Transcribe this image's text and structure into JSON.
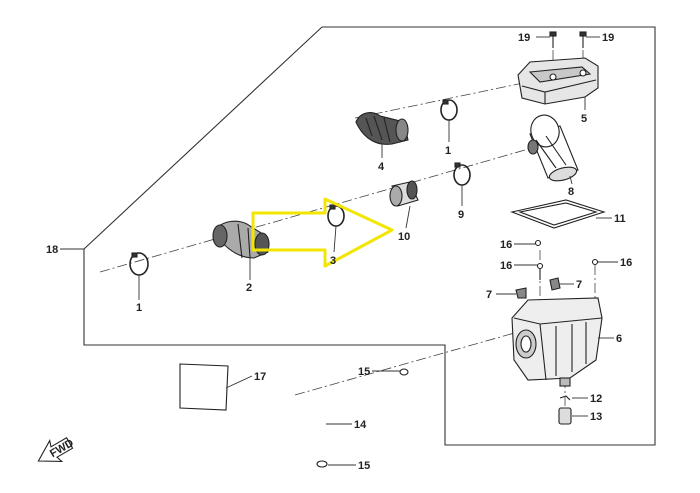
{
  "diagram": {
    "callouts": [
      {
        "id": "c1a",
        "number": "1"
      },
      {
        "id": "c1b",
        "number": "1"
      },
      {
        "id": "c2",
        "number": "2"
      },
      {
        "id": "c3",
        "number": "3"
      },
      {
        "id": "c4",
        "number": "4"
      },
      {
        "id": "c5",
        "number": "5"
      },
      {
        "id": "c6",
        "number": "6"
      },
      {
        "id": "c7a",
        "number": "7"
      },
      {
        "id": "c7b",
        "number": "7"
      },
      {
        "id": "c8",
        "number": "8"
      },
      {
        "id": "c9",
        "number": "9"
      },
      {
        "id": "c10",
        "number": "10"
      },
      {
        "id": "c11",
        "number": "11"
      },
      {
        "id": "c12",
        "number": "12"
      },
      {
        "id": "c13",
        "number": "13"
      },
      {
        "id": "c14",
        "number": "14"
      },
      {
        "id": "c15a",
        "number": "15"
      },
      {
        "id": "c15b",
        "number": "15"
      },
      {
        "id": "c16a",
        "number": "16"
      },
      {
        "id": "c16b",
        "number": "16"
      },
      {
        "id": "c16c",
        "number": "16"
      },
      {
        "id": "c17",
        "number": "17"
      },
      {
        "id": "c18",
        "number": "18"
      },
      {
        "id": "c19a",
        "number": "19"
      },
      {
        "id": "c19b",
        "number": "19"
      }
    ],
    "fwd_label": "FWD",
    "highlight_color": "#f2e600",
    "line_color": "#333333"
  }
}
